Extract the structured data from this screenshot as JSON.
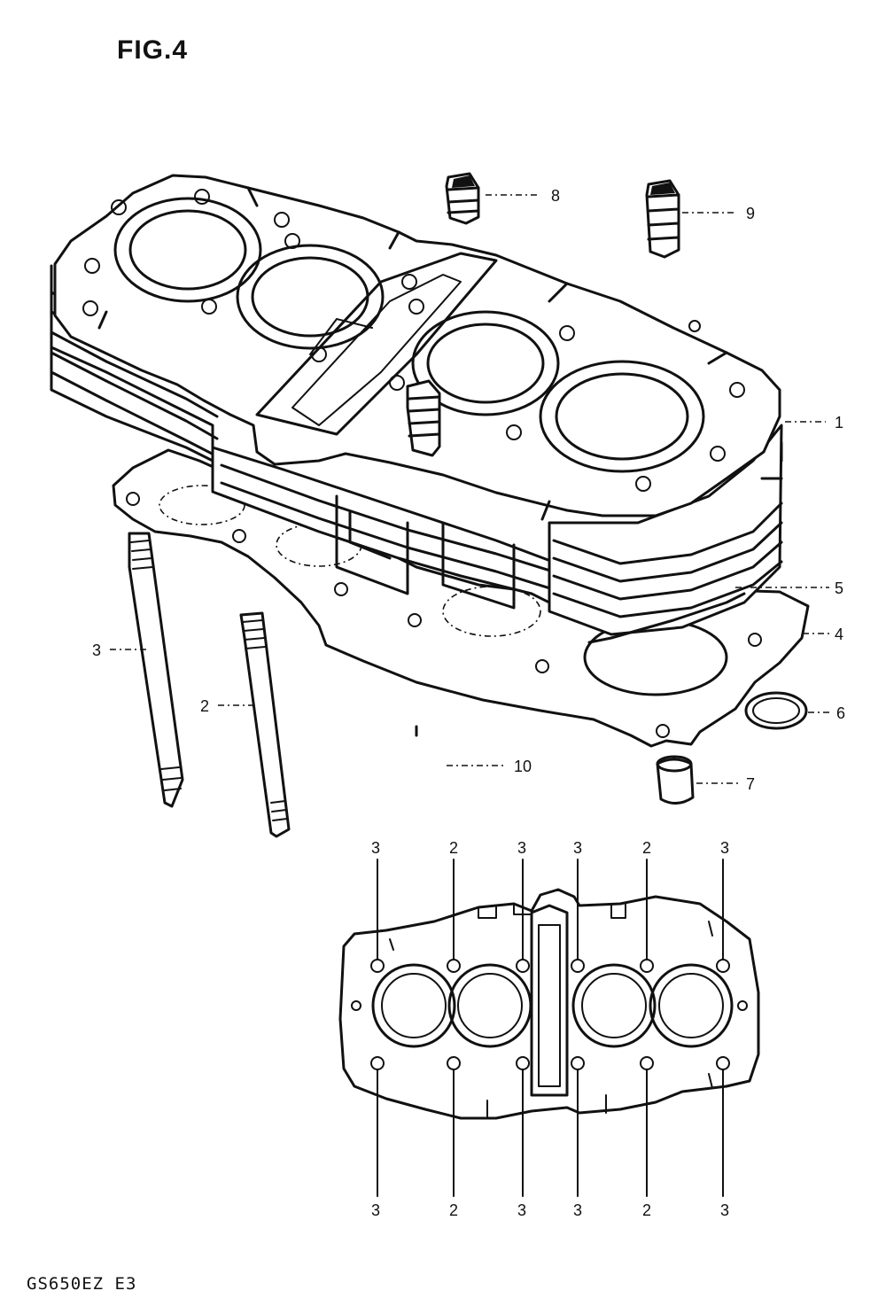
{
  "figure": {
    "title": "FIG.4",
    "code": "GS650EZ E3"
  },
  "parts": [
    {
      "number": "1"
    },
    {
      "number": "2"
    },
    {
      "number": "3"
    },
    {
      "number": "4"
    },
    {
      "number": "5"
    },
    {
      "number": "6"
    },
    {
      "number": "7"
    },
    {
      "number": "8"
    },
    {
      "number": "9"
    },
    {
      "number": "10"
    }
  ],
  "stud_layout": {
    "top": [
      "3",
      "2",
      "3",
      "3",
      "2",
      "3"
    ],
    "bottom": [
      "3",
      "2",
      "3",
      "3",
      "2",
      "3"
    ]
  }
}
